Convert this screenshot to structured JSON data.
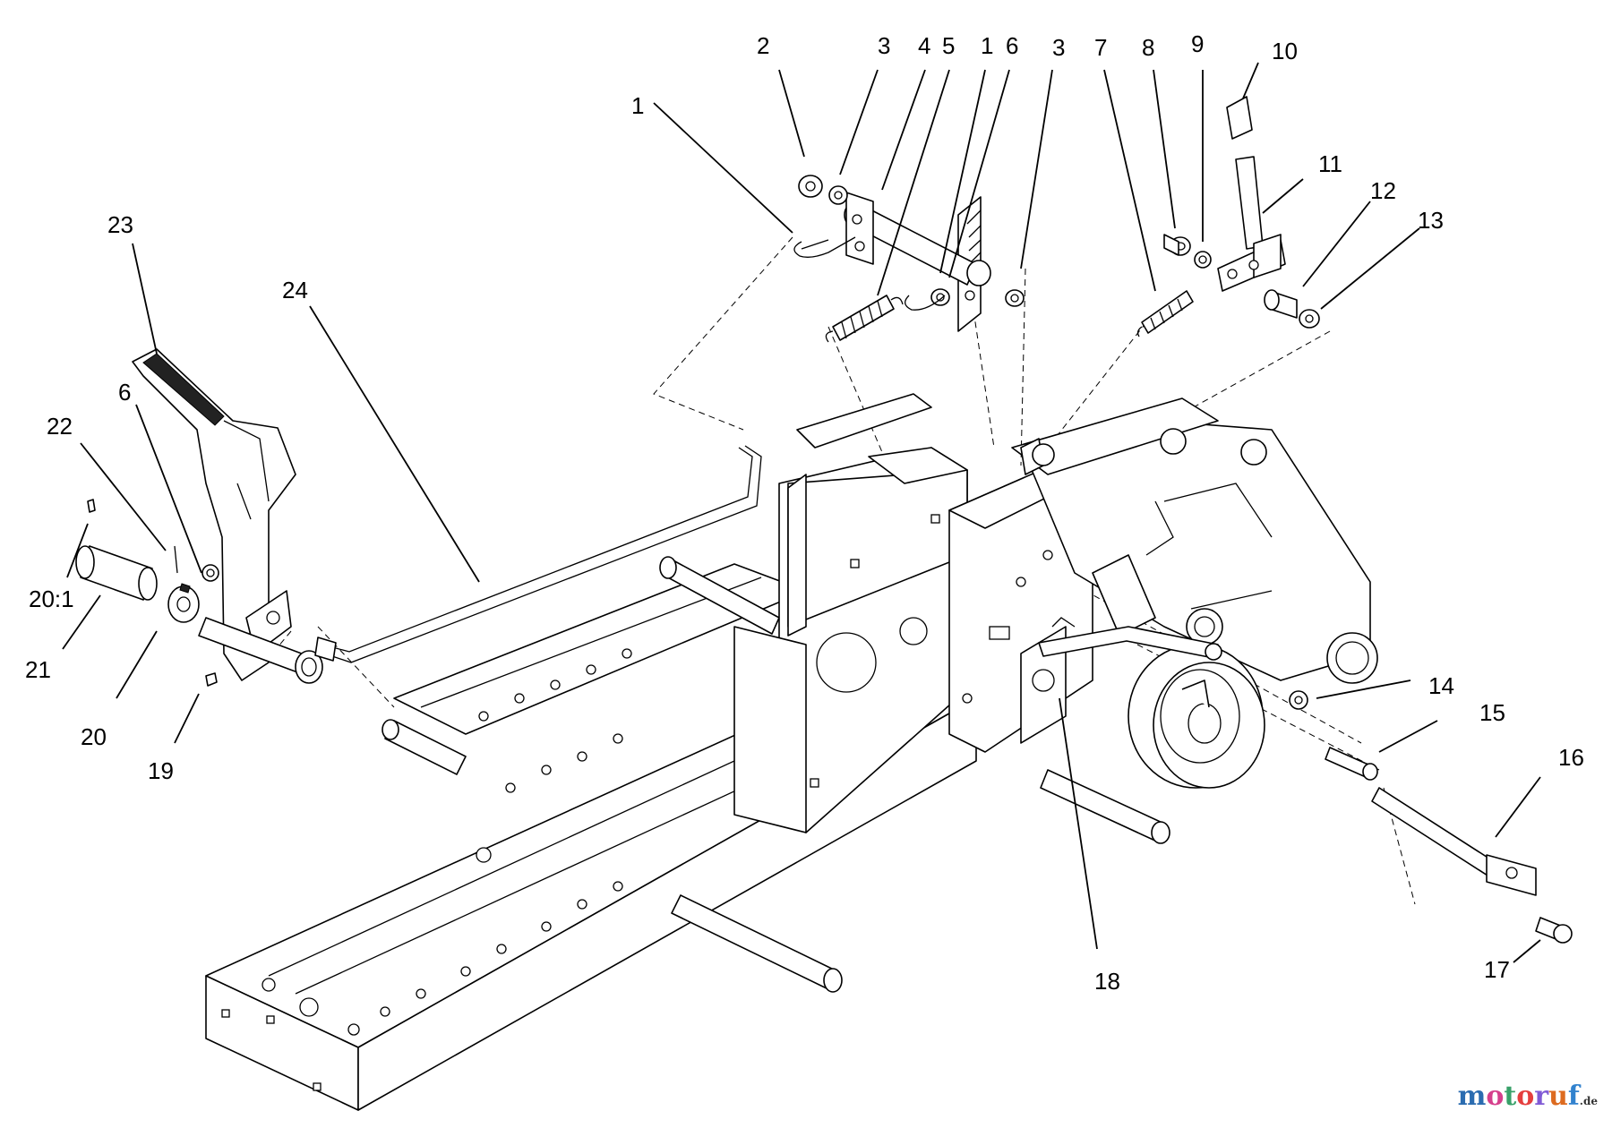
{
  "diagram": {
    "callouts": [
      {
        "label": "1"
      },
      {
        "label": "2"
      },
      {
        "label": "3"
      },
      {
        "label": "4"
      },
      {
        "label": "5"
      },
      {
        "label": "1"
      },
      {
        "label": "6"
      },
      {
        "label": "3"
      },
      {
        "label": "7"
      },
      {
        "label": "8"
      },
      {
        "label": "9"
      },
      {
        "label": "10"
      },
      {
        "label": "11"
      },
      {
        "label": "12"
      },
      {
        "label": "13"
      },
      {
        "label": "23"
      },
      {
        "label": "24"
      },
      {
        "label": "6"
      },
      {
        "label": "22"
      },
      {
        "label": "20:1"
      },
      {
        "label": "21"
      },
      {
        "label": "20"
      },
      {
        "label": "19"
      },
      {
        "label": "14"
      },
      {
        "label": "15"
      },
      {
        "label": "16"
      },
      {
        "label": "17"
      },
      {
        "label": "18"
      }
    ]
  },
  "watermark": {
    "letters": [
      "m",
      "o",
      "t",
      "o",
      "r",
      "u",
      "f"
    ],
    "suffix": ".de",
    "letter_colors": [
      "#2b6cb0",
      "#d53f8c",
      "#38a169",
      "#e53e3e",
      "#805ad5",
      "#dd6b20",
      "#3182ce"
    ]
  }
}
